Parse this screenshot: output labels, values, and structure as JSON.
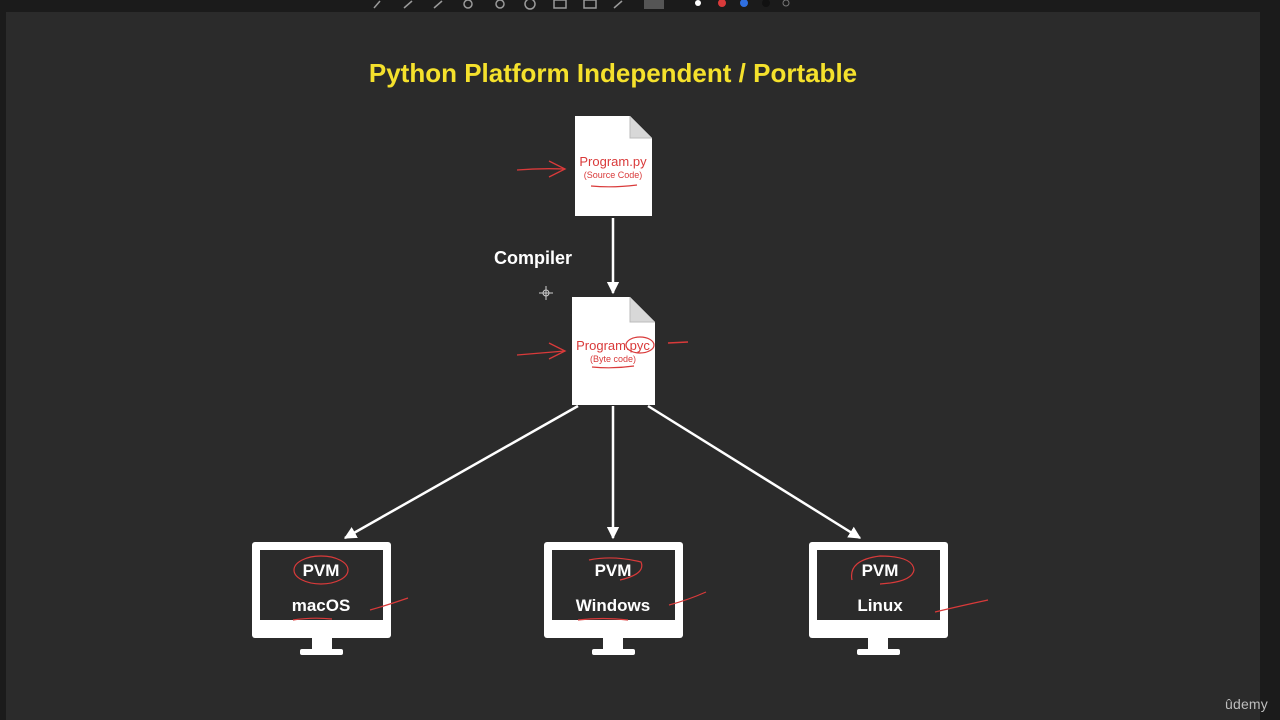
{
  "title": "Python Platform Independent / Portable",
  "source_file": {
    "name": "Program.py",
    "subtitle": "(Source Code)"
  },
  "compiler_label": "Compiler",
  "bytecode_file": {
    "name": "Program.pyc",
    "subtitle": "(Byte code)"
  },
  "machines": [
    {
      "pvm_label": "PVM",
      "os_label": "macOS"
    },
    {
      "pvm_label": "PVM",
      "os_label": "Windows"
    },
    {
      "pvm_label": "PVM",
      "os_label": "Linux"
    }
  ],
  "watermark": "ûdemy",
  "colors": {
    "title": "#f5e12c",
    "annotation": "#d93a3a",
    "file_text": "#d93a3a",
    "shape": "#ffffff",
    "background": "#2b2b2b"
  }
}
